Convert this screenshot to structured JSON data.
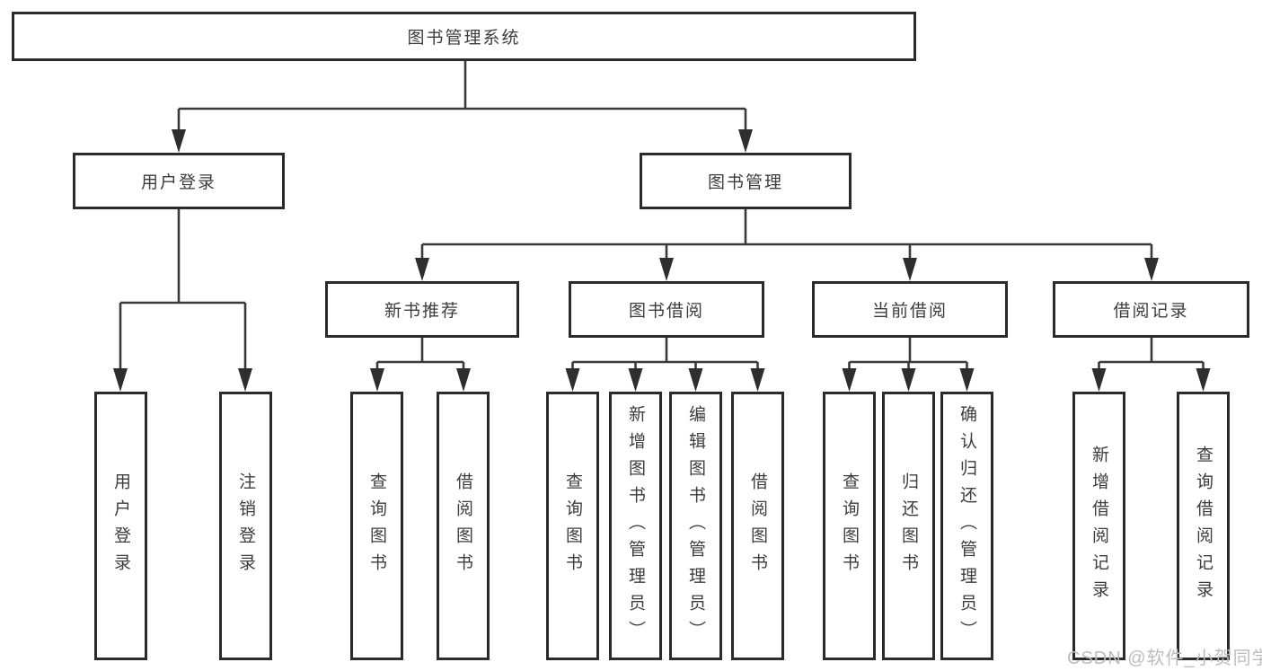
{
  "tree": {
    "root": "图书管理系统",
    "branches": [
      {
        "label": "用户登录",
        "leaves": [
          "用户登录",
          "注销登录"
        ]
      },
      {
        "label": "图书管理",
        "groups": [
          {
            "label": "新书推荐",
            "leaves": [
              "查询图书",
              "借阅图书"
            ]
          },
          {
            "label": "图书借阅",
            "leaves": [
              "查询图书",
              "新增图书（管理员）",
              "编辑图书（管理员）",
              "借阅图书"
            ]
          },
          {
            "label": "当前借阅",
            "leaves": [
              "查询图书",
              "归还图书",
              "确认归还（管理员）"
            ]
          },
          {
            "label": "借阅记录",
            "leaves": [
              "新增借阅记录",
              "查询借阅记录"
            ]
          }
        ]
      }
    ]
  },
  "watermark": "CSDN @软件_小贺同学",
  "colors": {
    "line": "#3a3a3a",
    "arrow": "#2e2e2e",
    "box_border": "#2b2b2b",
    "text": "#3c3c3c",
    "background": "#ffffff",
    "watermark": "#bdbdbd"
  }
}
